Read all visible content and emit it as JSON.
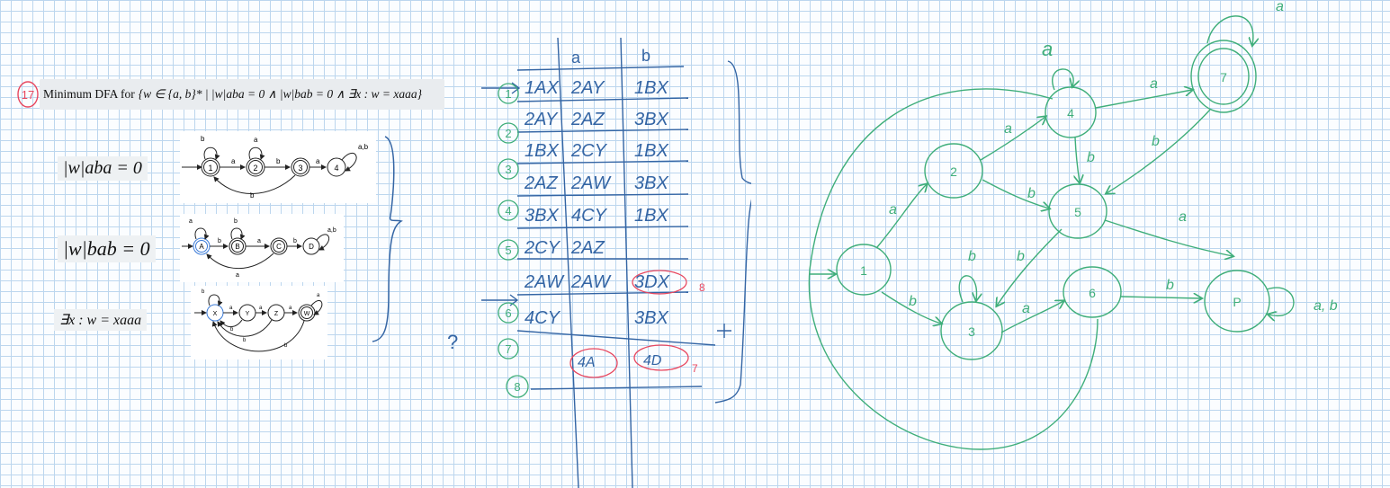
{
  "problem": {
    "number": "17",
    "title_prefix": "Minimum DFA for",
    "title_math": "{w ∈ {a, b}* | |w|aba = 0 ∧ |w|bab = 0 ∧ ∃x : w = xaaa}"
  },
  "sub_languages": [
    {
      "label": "|w|aba = 0",
      "states": [
        "1",
        "2",
        "3",
        "4"
      ],
      "edge_labels": [
        "b",
        "a",
        "a",
        "b",
        "a",
        "a,b",
        "b"
      ]
    },
    {
      "label": "|w|bab = 0",
      "states": [
        "A",
        "B",
        "C",
        "D"
      ],
      "edge_labels": [
        "a",
        "b",
        "b",
        "a",
        "b",
        "a,b",
        "a"
      ]
    },
    {
      "label": "∃x : w = xaaa",
      "states": [
        "X",
        "Y",
        "Z",
        "W"
      ],
      "edge_labels": [
        "b",
        "a",
        "a",
        "a",
        "a",
        "b",
        "b",
        "b"
      ]
    }
  ],
  "table": {
    "headers": [
      "a",
      "b"
    ],
    "rows": [
      {
        "num": "1",
        "state": "1AX",
        "a": "2AY",
        "b": "1BX"
      },
      {
        "num": "2",
        "state": "2AY",
        "a": "2AZ",
        "b": "3BX"
      },
      {
        "num": "3",
        "state": "1BX",
        "a": "2CY",
        "b": "1BX"
      },
      {
        "num": "4",
        "state": "2AZ",
        "a": "2AW",
        "b": "3BX"
      },
      {
        "num": "5",
        "state": "3BX",
        "a": "4CY",
        "b": "1BX"
      },
      {
        "num": "6",
        "state": "2CY",
        "a": "2AZ",
        "b": "3DX"
      },
      {
        "num": "7",
        "state": "2AW",
        "a": "2AW",
        "b": "3BX"
      },
      {
        "num": "8",
        "state": "4CY",
        "a": "4A",
        "b": "4D"
      }
    ],
    "red_marks": [
      "8",
      "7"
    ],
    "question_mark": "?"
  },
  "final_dfa": {
    "states": [
      "1",
      "2",
      "3",
      "4",
      "5",
      "6",
      "7",
      "P"
    ],
    "labels": {
      "a_1_2": "a",
      "b_1_3": "b",
      "a_2_4": "a",
      "b_2_5": "b",
      "a_3_6": "a",
      "b_3_loop": "b",
      "b_5_3": "b",
      "a_5_P": "a",
      "b_4_5": "b",
      "a_4_7": "a",
      "b_7_5": "b",
      "a_7_loop": "a",
      "a_4_loop": "a",
      "b_6_P": "b",
      "ab_P_loop": "a, b"
    }
  }
}
